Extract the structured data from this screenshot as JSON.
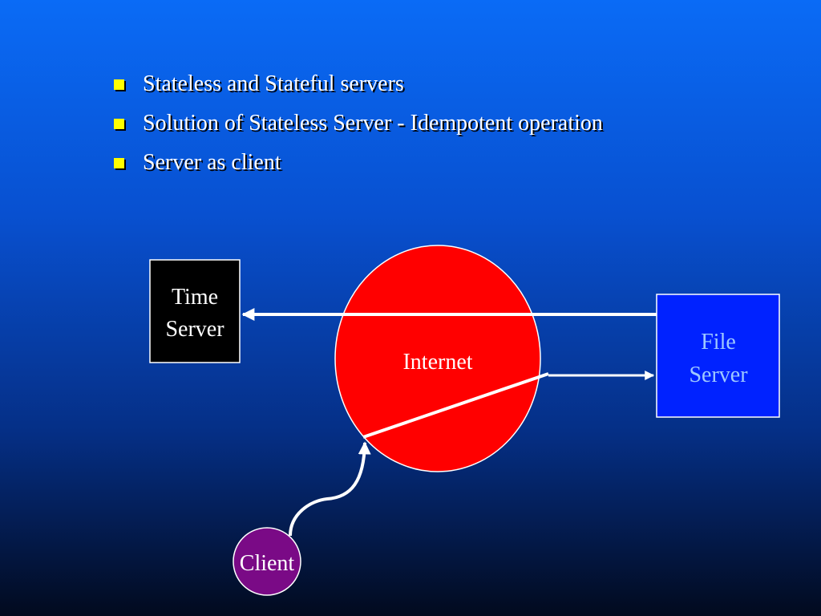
{
  "bullets": [
    "Stateless and Stateful servers",
    "Solution of Stateless Server - Idempotent operation",
    "Server as client"
  ],
  "diagram": {
    "internet": {
      "label": "Internet"
    },
    "time_server": {
      "line1": "Time",
      "line2": "Server"
    },
    "file_server": {
      "line1": "File",
      "line2": "Server"
    },
    "client": {
      "label": "Client"
    }
  },
  "colors": {
    "background_top": "#0a6bf6",
    "background_bottom": "#020a1e",
    "bullet": "#ffff00",
    "internet_fill": "#ff0000",
    "time_server_fill": "#000000",
    "file_server_fill": "#0022ff",
    "client_fill": "#7a0a86",
    "file_server_text": "#9ec8ff"
  }
}
